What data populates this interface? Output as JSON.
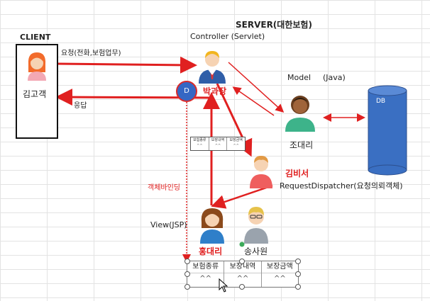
{
  "server": {
    "title": "SERVER(대한보험)"
  },
  "client": {
    "header": "CLIENT",
    "name": "김고객"
  },
  "request": {
    "label": "요청(전화,보험업무)"
  },
  "response": {
    "label": "응답"
  },
  "controller": {
    "title": "Controller (Servlet)",
    "name": "박과장"
  },
  "model": {
    "title": "Model",
    "lang": "(Java)",
    "name": "조대리"
  },
  "db": {
    "label": "DB"
  },
  "dispatcher": {
    "name": "김비서",
    "label": "RequestDispatcher(요청의뢰객체)"
  },
  "view": {
    "title": "View(JSP)",
    "name1": "홍대리",
    "name2": "송사원"
  },
  "binding": {
    "label": "객체바인딩"
  },
  "d_badge": {
    "letter": "D"
  },
  "table": {
    "headers": [
      "보험종류",
      "보장내역",
      "보장금액"
    ],
    "values": [
      "^^",
      "^^",
      "^^"
    ]
  },
  "colors": {
    "arrow": "#e02020",
    "db": "#3a6fc2",
    "badge": "#3567c4"
  }
}
